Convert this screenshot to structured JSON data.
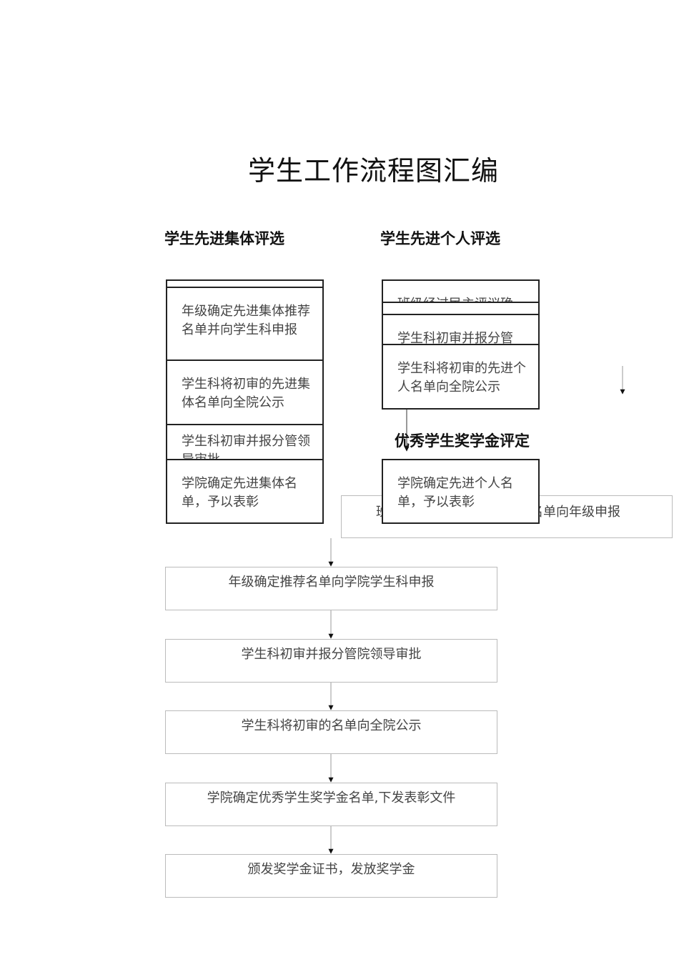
{
  "title": "学生工作流程图汇编",
  "collective": {
    "heading": "学生先进集体评选",
    "steps": [
      "年级确定先进集体推荐名单并向学生科申报",
      "学生科将初审的先进集体名单向全院公示",
      "学生科初审并报分管领导审批",
      "学院确定先进集体名单，予以表彰"
    ]
  },
  "individual": {
    "heading": "学生先进个人评选",
    "steps": [
      "班级经过民主评议确",
      "学生科初审并报分管",
      "学生科将初审的先进个人名单向全院公示",
      "学院确定先进个人名单，予以表彰"
    ]
  },
  "scholarship": {
    "heading": "优秀学生奖学金评定",
    "steps": [
      "班级经过民主评议确定推荐名单向年级申报",
      "年级确定推荐名单向学院学生科申报",
      "学生科初审并报分管院领导审批",
      "学生科将初审的名单向全院公示",
      "学院确定优秀学生奖学金名单,下发表彰文件",
      "颁发奖学金证书，发放奖学金"
    ]
  }
}
